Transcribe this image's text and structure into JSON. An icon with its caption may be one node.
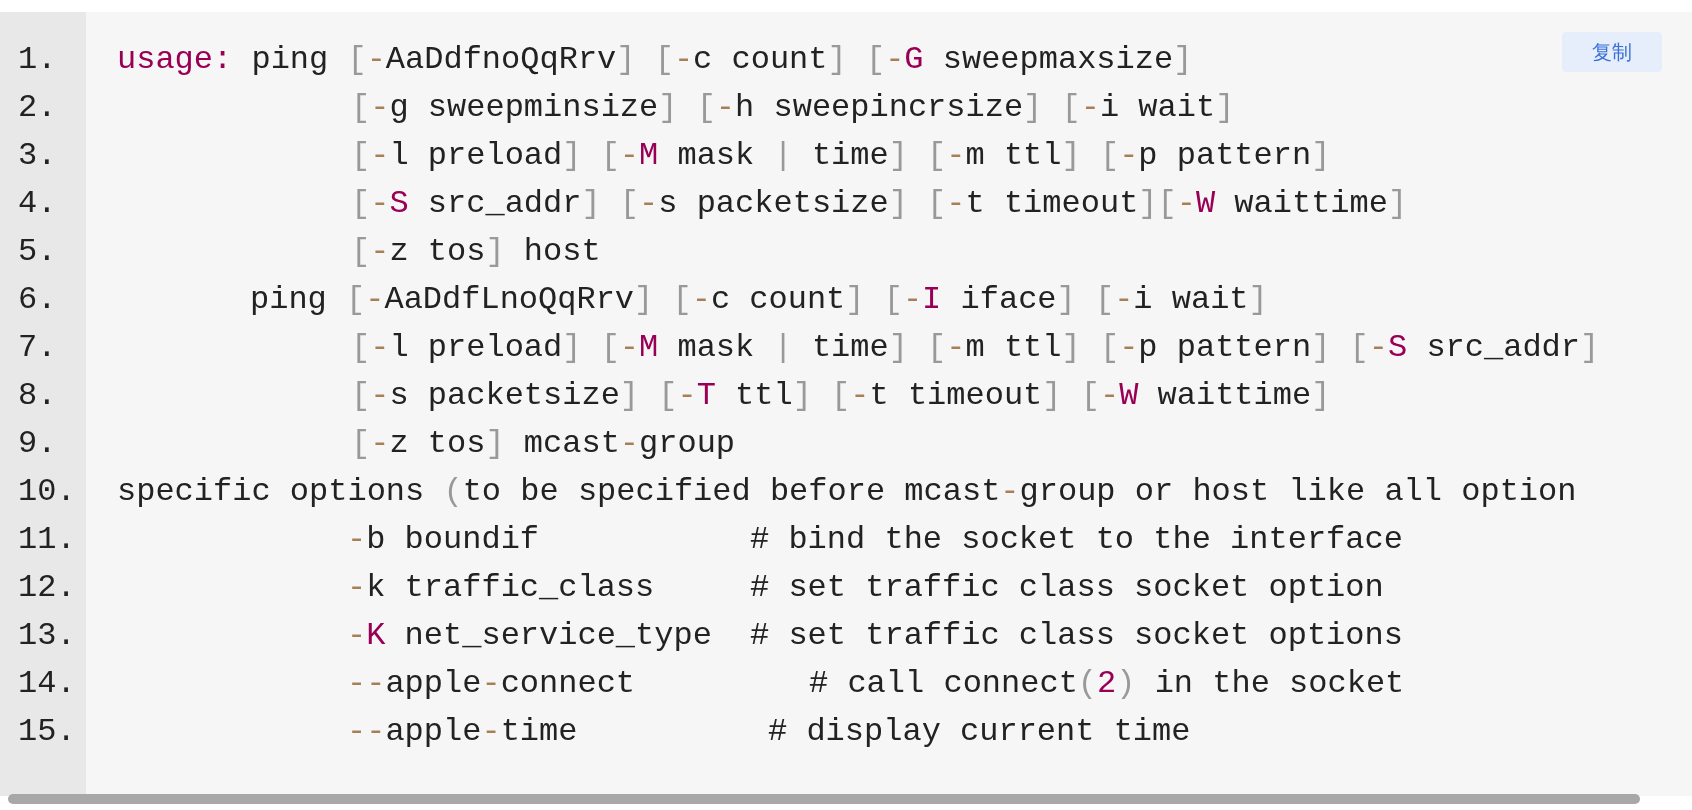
{
  "diagram": {
    "labels": [
      "1.",
      "usage: ping [-AaDdfnoQqRrv] [-c count] [-G sweepmaxsize]",
      "复制",
      "2.",
      "[-g sweepminsize] [-h sweepincrsize] [-i wait]",
      "3.",
      "[-l preload] [-M mask | time] [-m ttl] [-p pattern]",
      "4.",
      "[-S src_addr] [-s packetsize] [-t timeout][-W waittime]",
      "5.",
      "[-z tos] host",
      "6.",
      "ping [-AaDdfLnoQqRrv] [-c count] [-I iface] [-i wait]",
      "7.",
      "[-l preload] [-M mask | time] [-m ttl] [-p pattern] [-S src_addr]",
      "8.",
      "[-s packetsize] [-T ttl] [-t timeout] [-W waittime]",
      "9.",
      "[-z tos] mcast-group",
      "10.",
      "specific options (to be specified before mcast-group or host like all option",
      "11.",
      "-b boundif",
      "# bind the socket to the interface",
      "12.",
      "-k traffic_class",
      "# set traffic class socket option",
      "13.",
      "-K net_service_type",
      "# set traffic class socket options",
      "14.",
      "--apple-connect",
      "# call connect(2) in the socket",
      "15.",
      "--apple-time",
      "# display current time"
    ]
  }
}
